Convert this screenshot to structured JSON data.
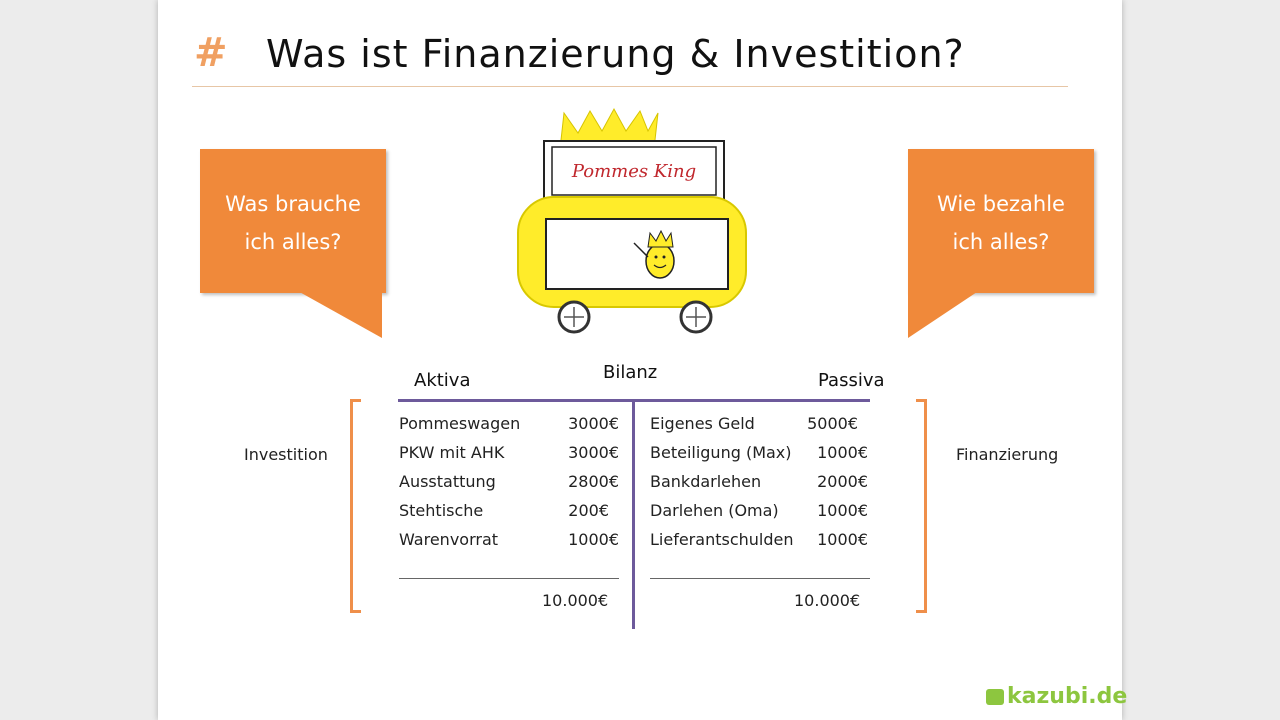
{
  "title": {
    "hash": "#",
    "text": "Was ist Finanzierung & Investition?"
  },
  "bubbles": {
    "left": "Was brauche\nich alles?",
    "right": "Wie bezahle\nich alles?"
  },
  "truck": {
    "sign": "Pommes King"
  },
  "bilanz": {
    "title": "Bilanz",
    "aktiva_label": "Aktiva",
    "passiva_label": "Passiva",
    "left_side_label": "Investition",
    "right_side_label": "Finanzierung",
    "aktiva": [
      {
        "label": "Pommeswagen",
        "value": "3000€"
      },
      {
        "label": "PKW mit AHK",
        "value": "3000€"
      },
      {
        "label": "Ausstattung",
        "value": "2800€"
      },
      {
        "label": "Stehtische",
        "value": "200€"
      },
      {
        "label": "Warenvorrat",
        "value": "1000€"
      }
    ],
    "passiva": [
      {
        "label": "Eigenes Geld",
        "value": "5000€"
      },
      {
        "label": "Beteiligung (Max)",
        "value": "1000€"
      },
      {
        "label": "Bankdarlehen",
        "value": "2000€"
      },
      {
        "label": "Darlehen (Oma)",
        "value": "1000€"
      },
      {
        "label": "Lieferantschulden",
        "value": "1000€"
      }
    ],
    "aktiva_total": "10.000€",
    "passiva_total": "10.000€"
  },
  "logo": {
    "text": "kazubi.de"
  },
  "colors": {
    "accent_orange": "#f0893a",
    "bilanz_line": "#6d5a9b",
    "truck_yellow": "#ffec2a",
    "logo_green": "#8dc63f"
  }
}
